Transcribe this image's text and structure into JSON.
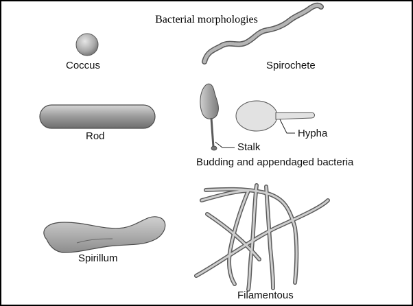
{
  "title": "Bacterial morphologies",
  "labels": {
    "coccus": "Coccus",
    "spirochete": "Spirochete",
    "rod": "Rod",
    "stalk": "Stalk",
    "hypha": "Hypha",
    "budding": "Budding and appendaged bacteria",
    "spirillum": "Spirillum",
    "filamentous": "Filamentous"
  }
}
